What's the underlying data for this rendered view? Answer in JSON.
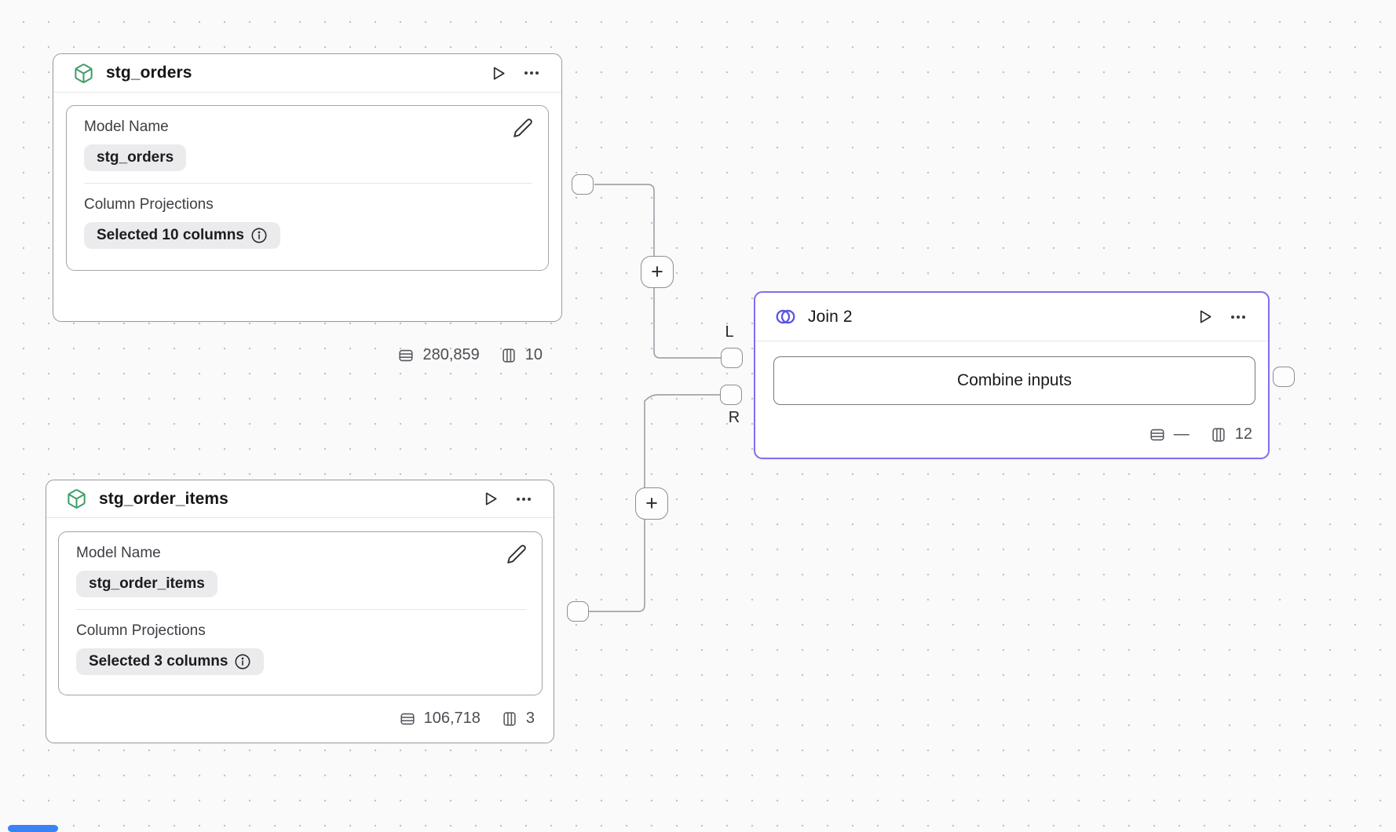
{
  "colors": {
    "background": "#fafafa",
    "node_border": "#9a9aa2",
    "join_accent": "#7e6ff0",
    "model_icon_green": "#3f9e68",
    "join_icon_indigo": "#5a52e0",
    "wire": "#a3a3ab",
    "scrollbar_blue": "#3b82f6"
  },
  "node_stg_orders": {
    "title": "stg_orders",
    "model_name_label": "Model Name",
    "model_name_value": "stg_orders",
    "projections_label": "Column Projections",
    "projections_value": "Selected 10 columns",
    "row_count": "280,859",
    "column_count": "10"
  },
  "node_stg_order_items": {
    "title": "stg_order_items",
    "model_name_label": "Model Name",
    "model_name_value": "stg_order_items",
    "projections_label": "Column Projections",
    "projections_value": "Selected 3 columns",
    "row_count": "106,718",
    "column_count": "3"
  },
  "node_join": {
    "title": "Join 2",
    "button_label": "Combine inputs",
    "row_count": "—",
    "column_count": "12"
  },
  "edges": {
    "left_port_label": "L",
    "right_port_label": "R",
    "add_step_label": "+"
  }
}
